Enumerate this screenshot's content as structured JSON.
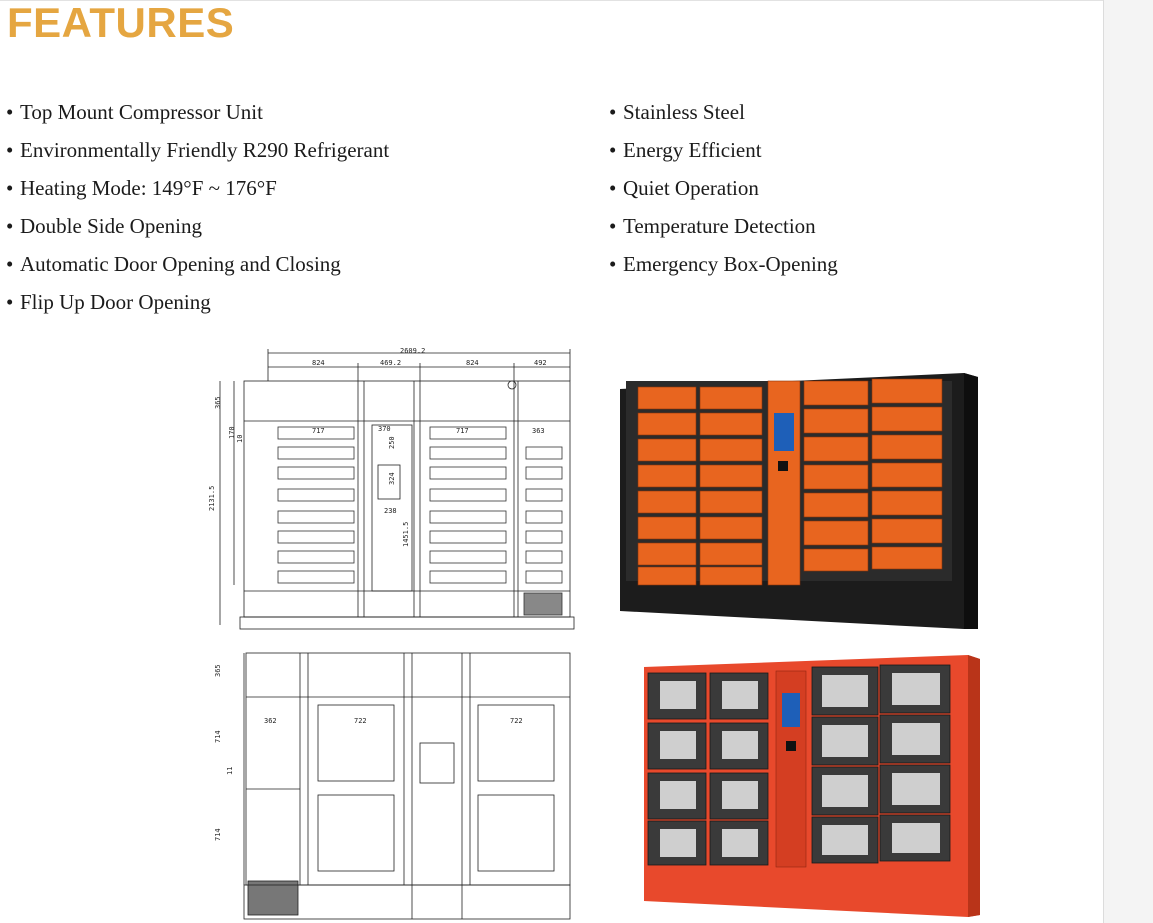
{
  "heading": "FEATURES",
  "bullet_char": "•",
  "features_left": [
    "Top Mount Compressor Unit",
    "Environmentally Friendly R290 Refrigerant",
    "Heating Mode: 149°F ~ 176°F",
    "Double Side Opening",
    "Automatic Door Opening and Closing",
    "Flip Up Door Opening"
  ],
  "features_right": [
    "Stainless Steel",
    "Energy Efficient",
    "Quiet Operation",
    "Temperature Detection",
    "Emergency Box-Opening"
  ],
  "drawing_top_dims": {
    "overall_width": "2609.2",
    "bay_left": "824",
    "center": "469.2",
    "bay_right": "824",
    "side": "492",
    "height_total": "2131.5",
    "top": "365",
    "door_w": "717",
    "side_door_w": "363",
    "screen_w": "370",
    "screen_h": "250",
    "panel_h": "324",
    "panel_w": "238",
    "floor_to_screen": "1451.5",
    "row_h": "170",
    "gap": "10"
  },
  "drawing_bottom_dims": {
    "top": "365",
    "upper_h": "714",
    "gap": "11",
    "lower_h": "714",
    "side_w": "362",
    "door_w1": "722",
    "door_w2": "722"
  },
  "colors": {
    "heading": "#e5a641",
    "locker_orange": "#e8651f",
    "cabinet_black": "#1c1c1c",
    "cabinet_red": "#e8492c"
  }
}
